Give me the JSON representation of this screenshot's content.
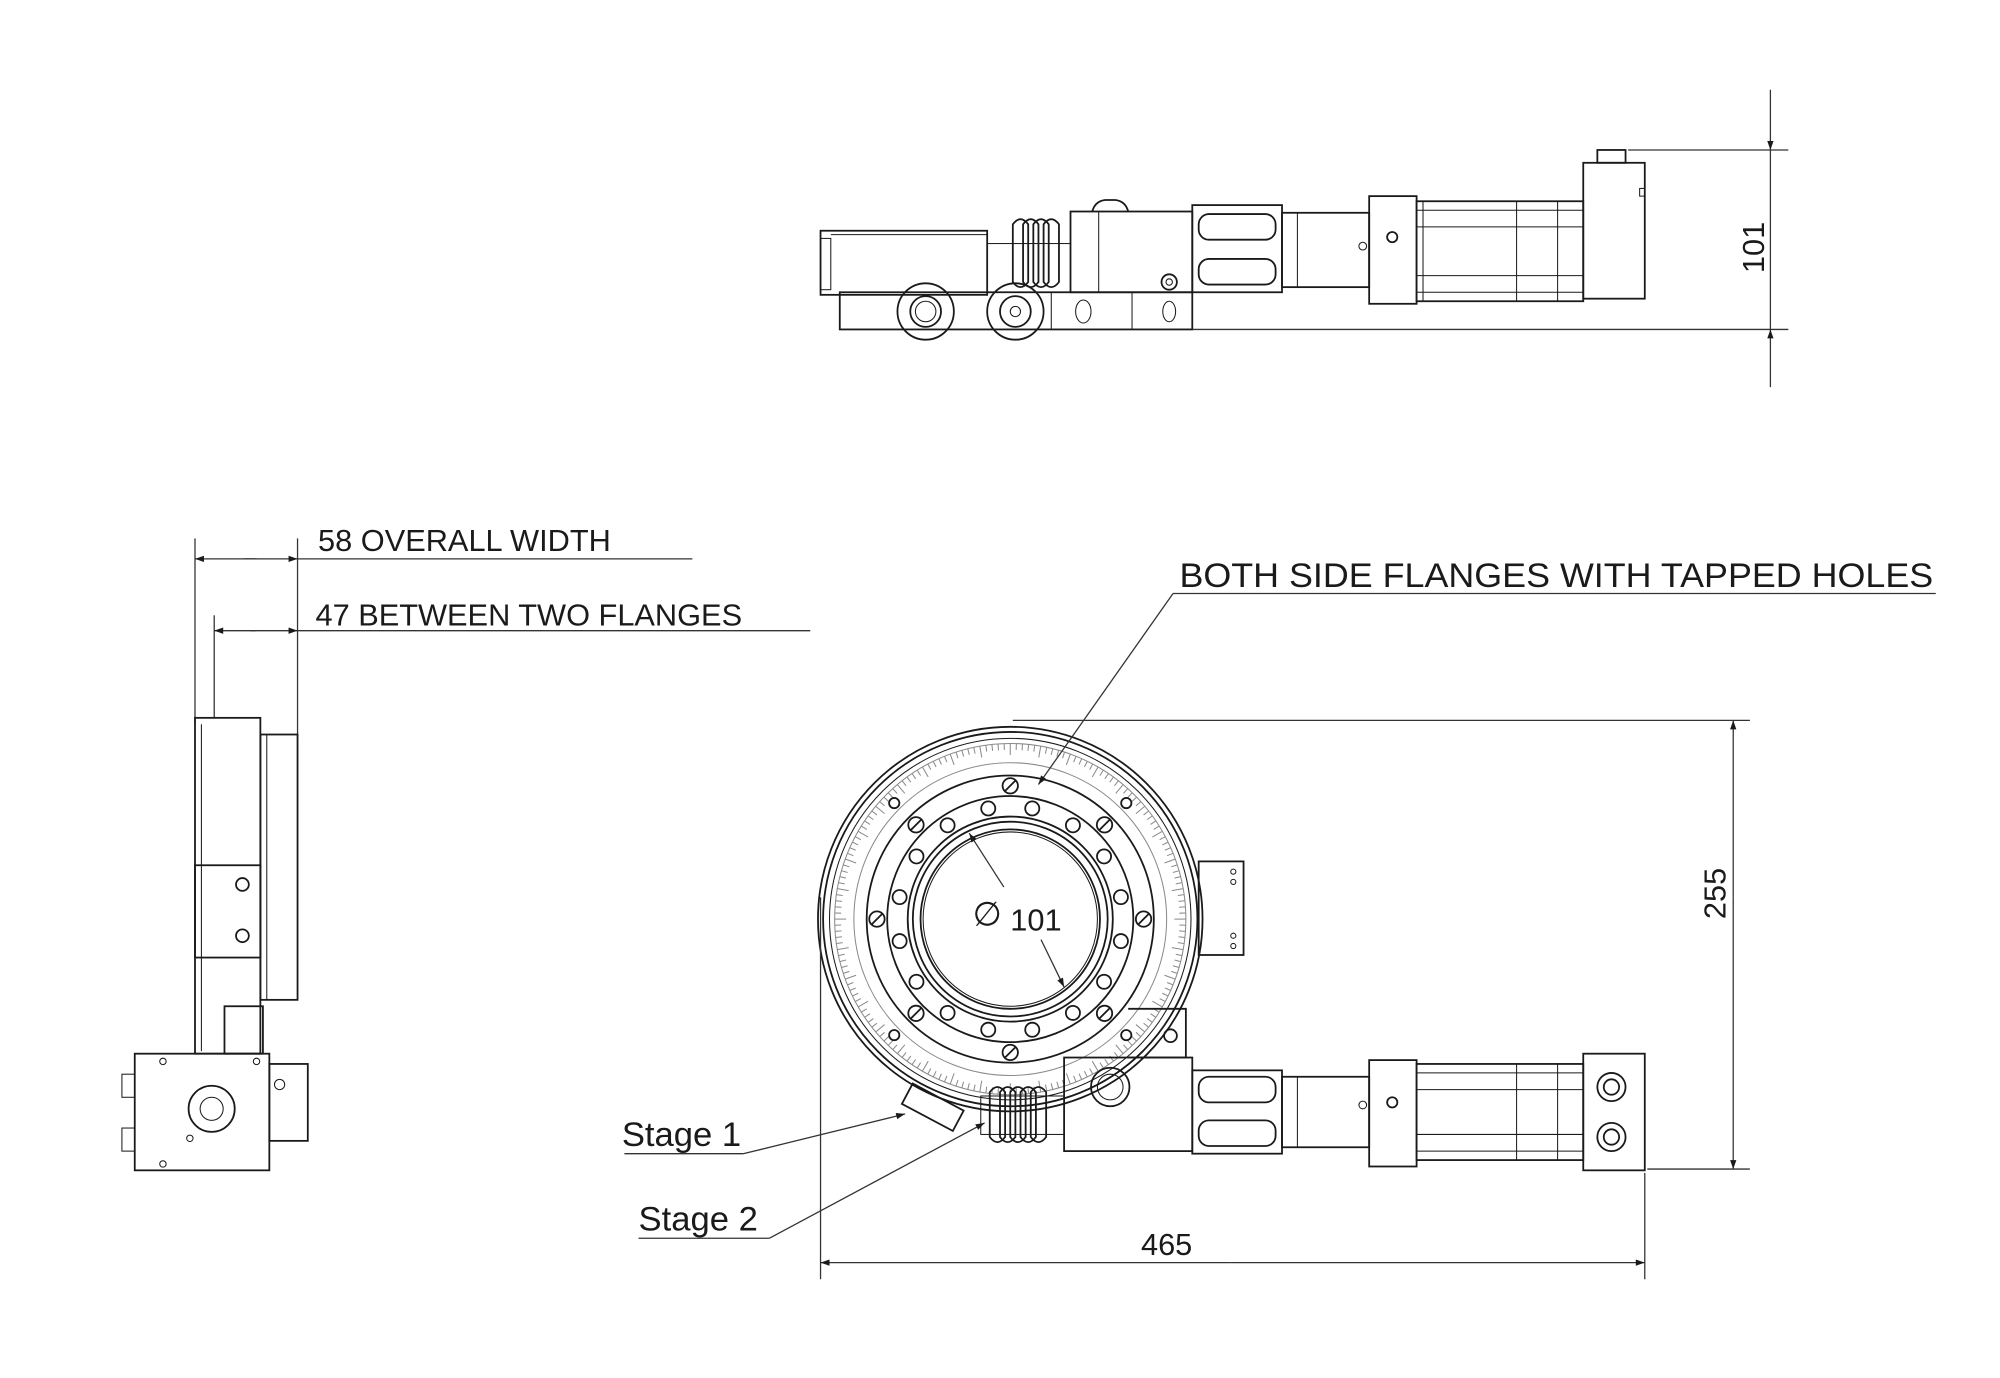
{
  "top_view": {
    "height_dimension": "101"
  },
  "side_view": {
    "overall_width": "58 OVERALL WIDTH",
    "between_flanges": "47 BETWEEN TWO FLANGES"
  },
  "front_view": {
    "aperture_symbol": "∅",
    "aperture_diameter": "101",
    "height_dimension": "255",
    "length_dimension": "465",
    "flange_note": "BOTH SIDE FLANGES WITH TAPPED HOLES",
    "stage1_label": "Stage 1",
    "stage2_label": "Stage 2"
  },
  "colors": {
    "line": "#1a1a1a",
    "scale": "#8a8a8a",
    "background": "#ffffff"
  }
}
